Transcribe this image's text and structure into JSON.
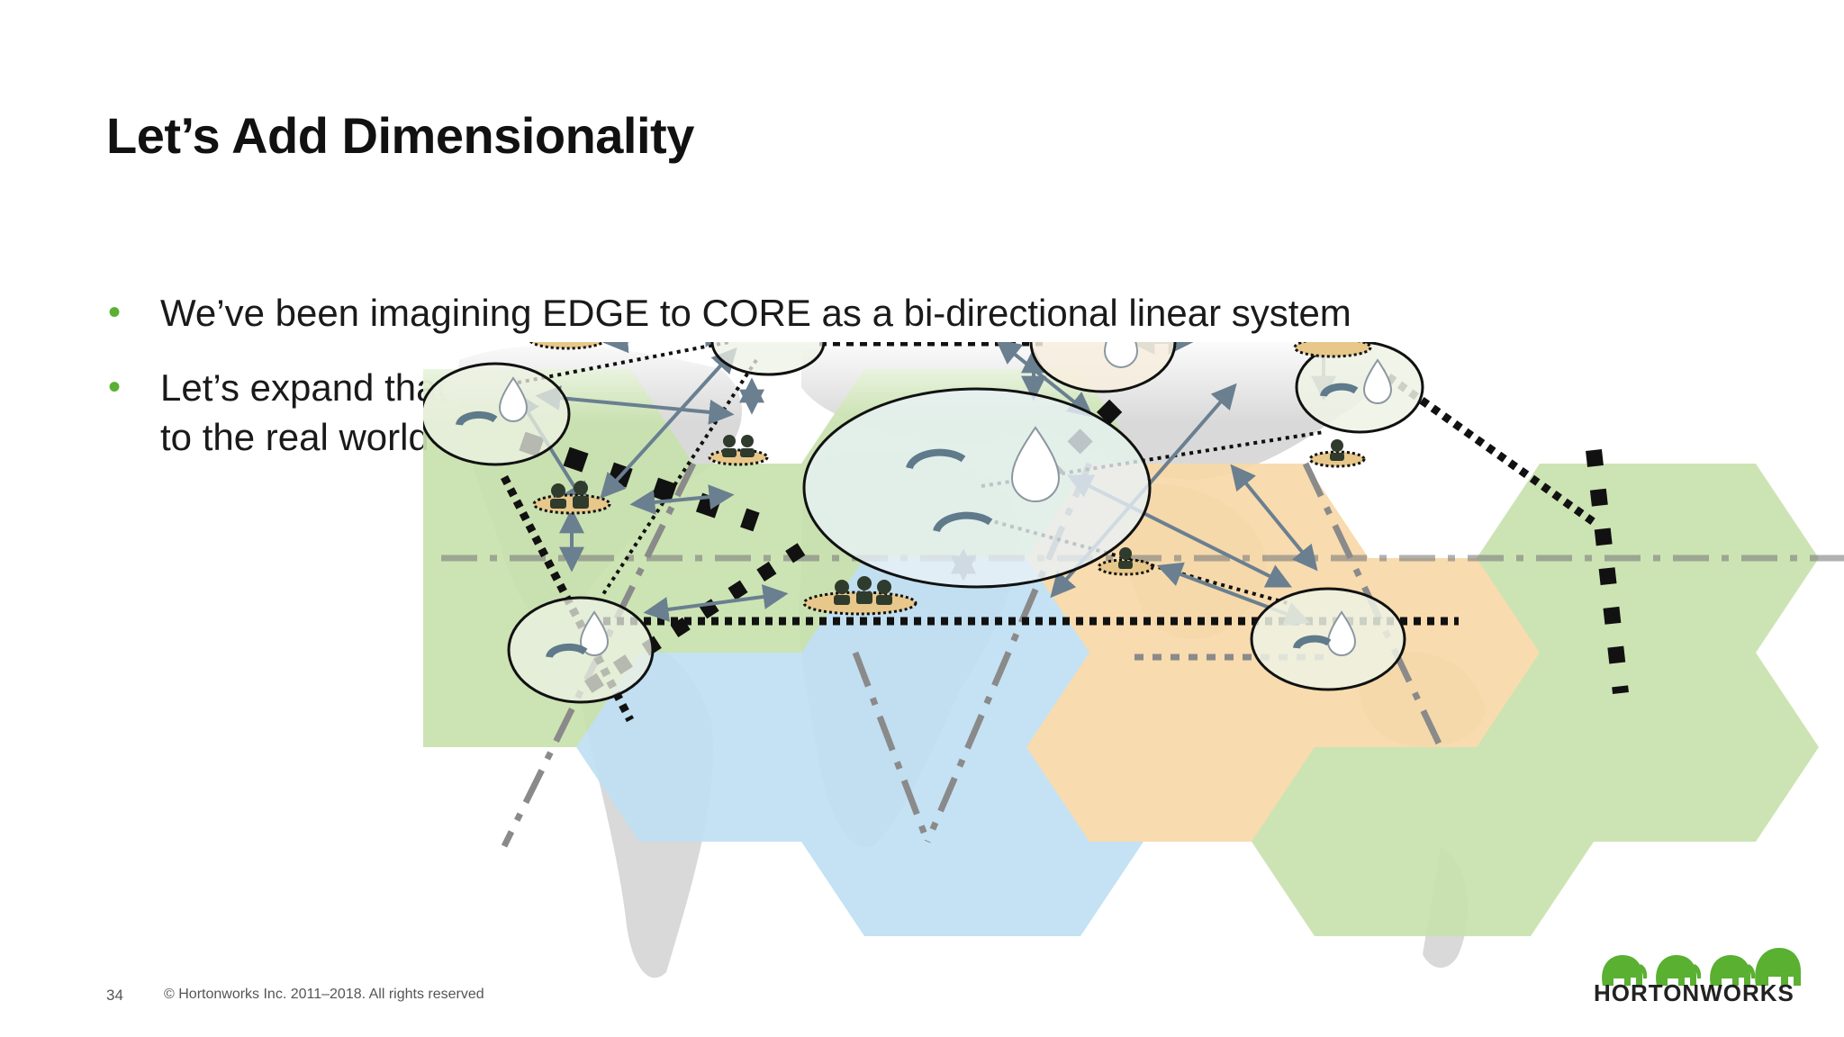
{
  "slide": {
    "title": "Let’s Add Dimensionality",
    "bullets": [
      "We’ve been imagining EDGE to CORE as a bi-directional linear system",
      "Let’s expand that to the real world"
    ],
    "page_number": "34",
    "copyright": "© Hortonworks Inc. 2011–2018. All rights reserved",
    "logo_text": "HORTONWORKS"
  },
  "colors": {
    "bullet": "#5ab031",
    "region_green": "#c8e2ad",
    "region_blue": "#bfe0f2",
    "region_orange": "#f8d9a8",
    "land": "#d9d9d9",
    "arrow": "#6a7f90",
    "logo_green": "#5ab031"
  },
  "icons": [
    "data-center-icon",
    "people-group-icon",
    "world-map-icon",
    "elephant-logo-icon"
  ]
}
